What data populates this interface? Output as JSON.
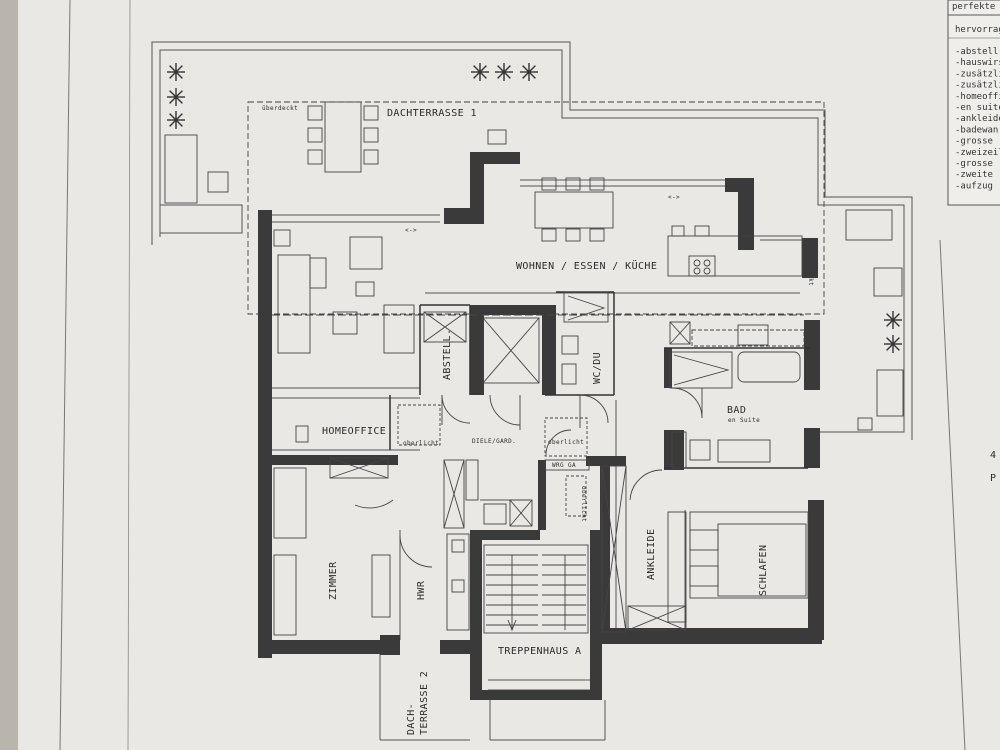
{
  "colors": {
    "paper": "#ecebe8",
    "wall": "#3a3a3a",
    "line": "#555555",
    "ink": "#2b2b2b"
  },
  "rooms": {
    "dachterrasse1": "DACHTERRASSE 1",
    "ueberdeckt": "überdeckt",
    "wohnen": "WOHNEN / ESSEN / KÜCHE",
    "abstell": "ABSTELL.",
    "wcdu": "WC/DU",
    "bad": "BAD",
    "en_suite": "en Suite",
    "homeoffice": "HOMEOFFICE",
    "oberlicht": "oberlicht",
    "diele": "DIELE/GARD.",
    "wrg": "WRG GA",
    "zimmer": "ZIMMER",
    "hwr": "HWR",
    "ankleide": "ANKLEIDE",
    "schlafen": "SCHLAFEN",
    "treppenhaus": "TREPPENHAUS A",
    "dachterrasse2_a": "DACH-",
    "dachterrasse2_b": "TERRASSE 2"
  },
  "notes": {
    "header": "perfekte",
    "sub": "hervorrag",
    "items": [
      "-abstellr",
      "-hauswirs",
      "-zusätzli",
      "-zusätzli",
      "-homeoffic",
      "-en suite",
      "-ankleide",
      "-badewan",
      "-grosse",
      "-zweizeil",
      "-grosse",
      "-zweite",
      "-aufzug"
    ]
  },
  "margin_fragments": [
    "4",
    "P"
  ]
}
